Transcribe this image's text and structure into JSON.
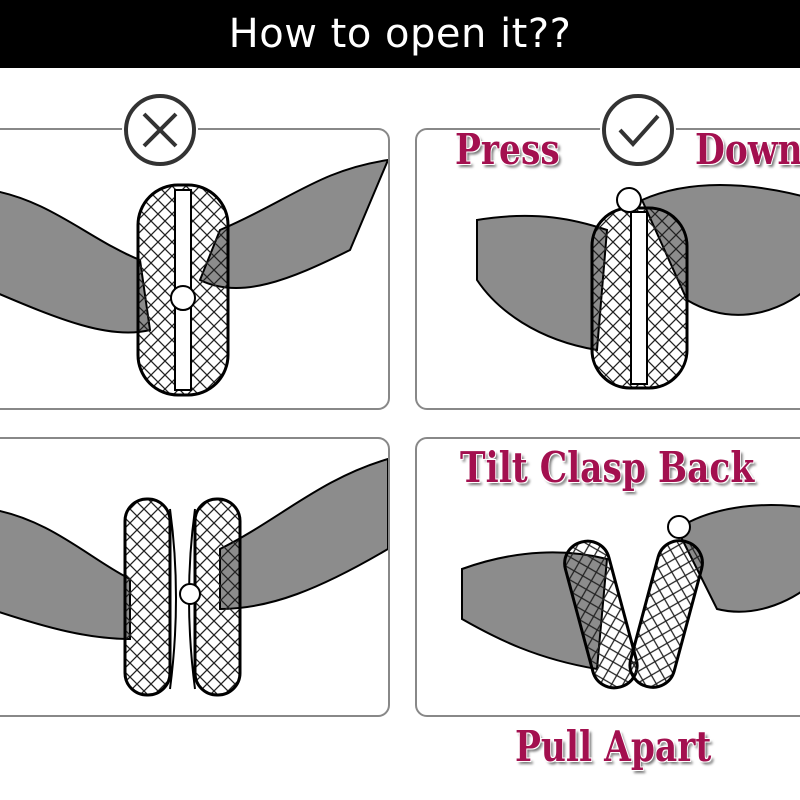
{
  "header": {
    "title": "How to open it??"
  },
  "panels": [
    {
      "id": "wrong-pull",
      "status_icon": "x-circle-icon"
    },
    {
      "id": "press-down",
      "status_icon": "check-circle-icon",
      "labels": [
        "Press",
        "Down"
      ]
    },
    {
      "id": "wrong-open",
      "status_icon": "none"
    },
    {
      "id": "tilt-pull",
      "labels": [
        "Tilt Clasp Back",
        "Pull Apart"
      ]
    }
  ],
  "colors": {
    "label": "#a3104f",
    "hand": "#8c8c8c",
    "header_bg": "#000000"
  }
}
